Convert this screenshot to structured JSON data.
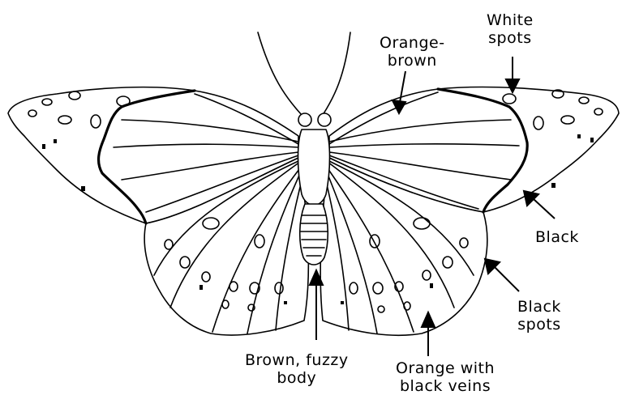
{
  "labels": {
    "orange_brown": [
      "Orange-",
      "brown"
    ],
    "white_spots": [
      "White",
      "spots"
    ],
    "black": "Black",
    "black_spots": [
      "Black",
      "spots"
    ],
    "body": [
      "Brown, fuzzy",
      "body"
    ],
    "orange_veins": [
      "Orange with",
      "black veins"
    ]
  },
  "colors": {
    "ink": "#000000",
    "paper": "#ffffff"
  }
}
